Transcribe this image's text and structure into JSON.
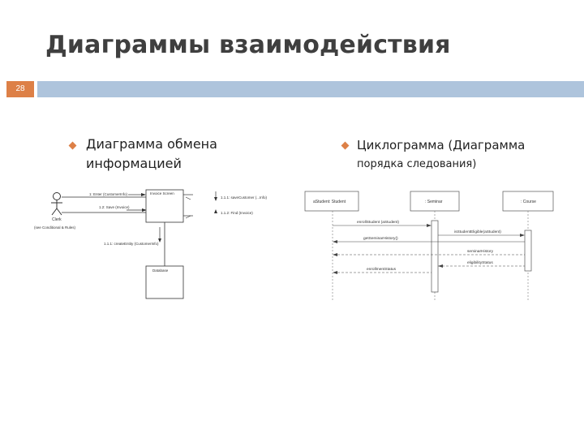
{
  "slide": {
    "title": "Диаграммы взаимодействия",
    "number": "28"
  },
  "left_bullet": {
    "line1": "Диаграмма обмена",
    "line2": "информацией"
  },
  "right_bullet": {
    "line1": "Циклограмма (Диаграмма",
    "line2": "порядка следования)"
  },
  "collab_diagram": {
    "actor_name": "Clerk",
    "actor_note": "(see Conditional & Rules)",
    "main_object": "Invoice Screen",
    "db_object": "Database",
    "msg1": "1: Enter (CustomerInfo)",
    "msg2": "1.2: Save (Invoice)",
    "msg3": "1.1.1: saveCustomer (...Info)",
    "msg4": "1.1.2: Find (Invoice)",
    "msg5": "1.1.1: createEntity (CustomerInfo)"
  },
  "seq_diagram": {
    "lifeline1": "aStudent: Student",
    "lifeline2": ": Seminar",
    "lifeline3": ": Course",
    "msg1": "enrollStudent (aStudent)",
    "msg2": "isStudentEligible(aStudent)",
    "msg3": "getSeminarHistory()",
    "msg4": "seminarHistory",
    "msg5": "eligibilityStatus",
    "msg6": "enrollmentStatus"
  }
}
